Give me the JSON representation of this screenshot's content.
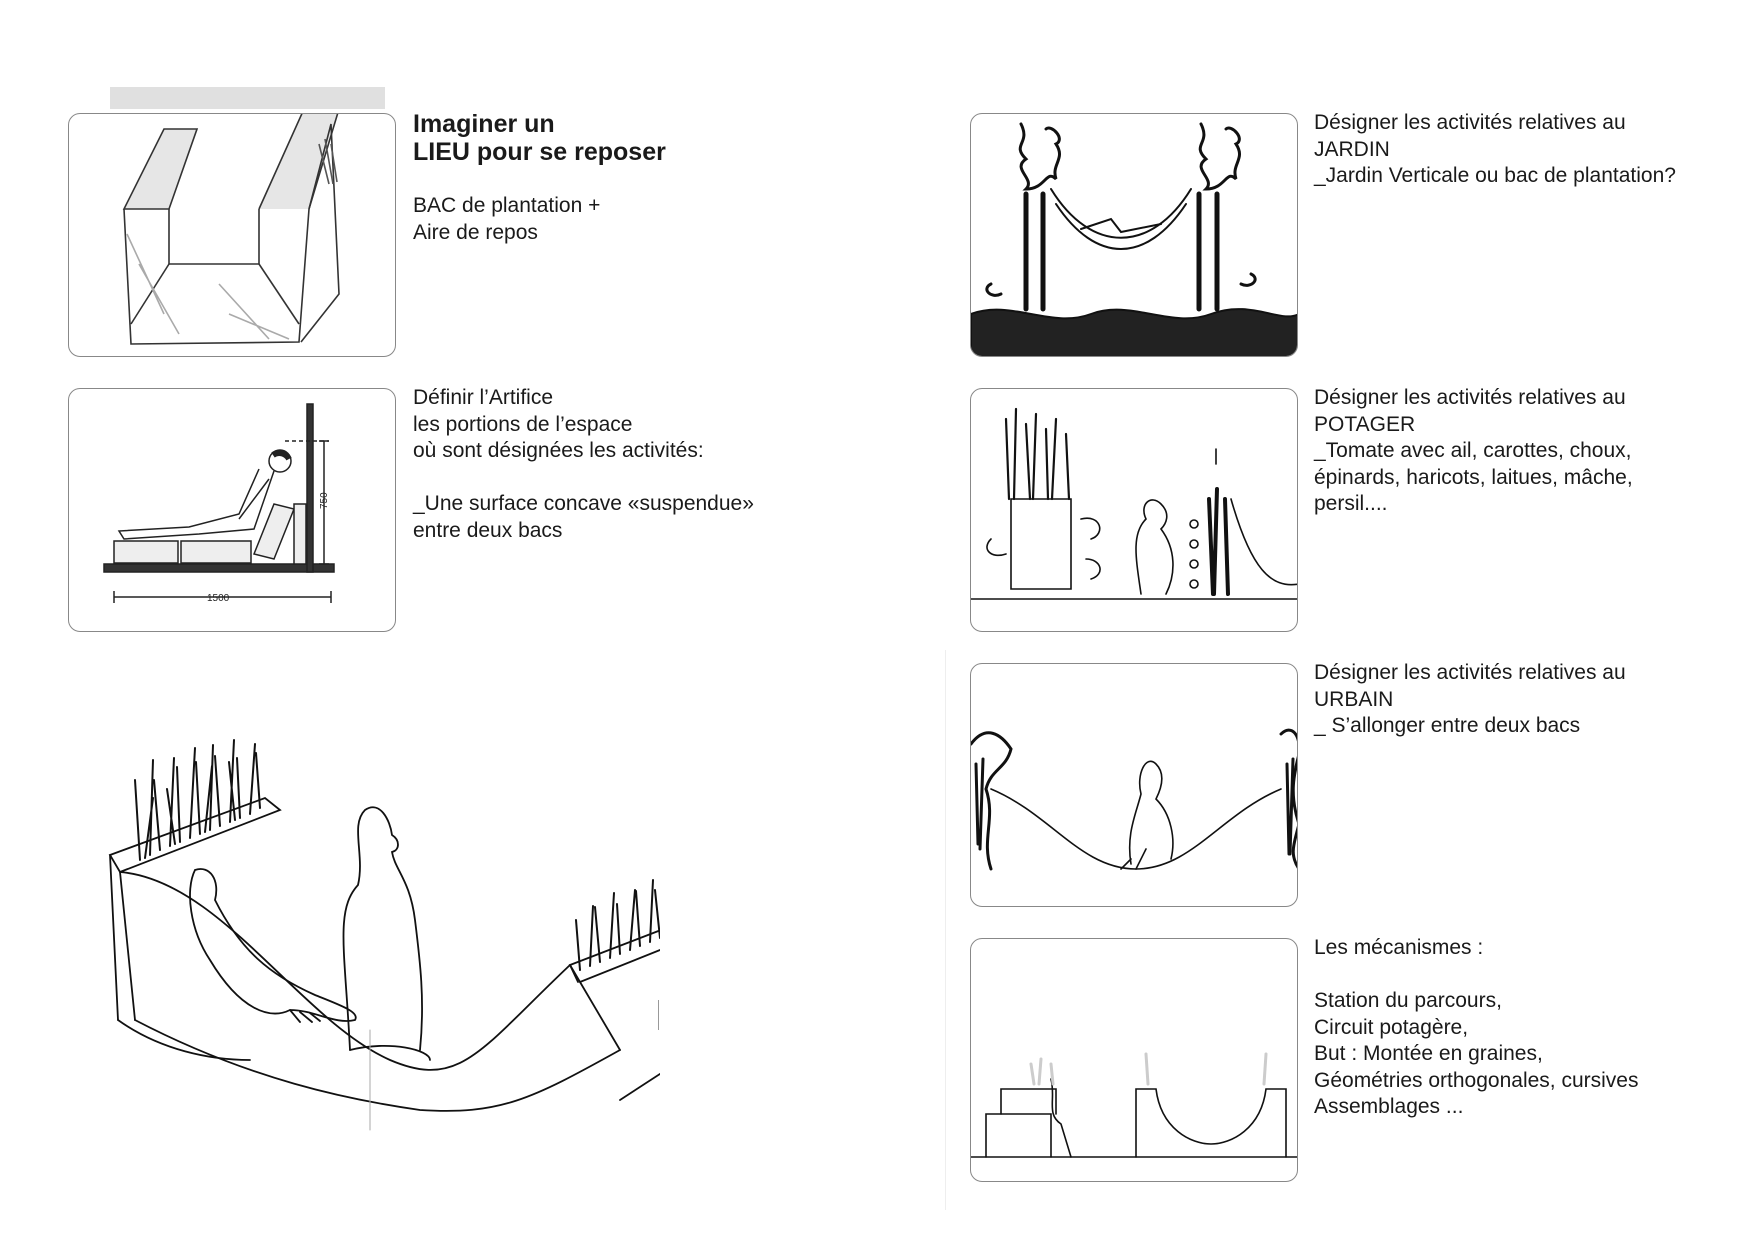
{
  "left": {
    "rest": {
      "title": "Imaginer un\nLIEU pour se reposer",
      "body": "BAC de plantation +\nAire de repos"
    },
    "artifice": {
      "body": "Définir l’Artifice\nles portions de l’espace\noù sont désignées les activités:\n\n_Une surface concave «suspendue»\n  entre deux bacs",
      "dim_height": "750",
      "dim_width": "1500"
    }
  },
  "right": {
    "jardin": {
      "body": "Désigner les activités relatives au\nJARDIN\n_Jardin Verticale ou bac de plantation?"
    },
    "potager": {
      "body": "Désigner les activités relatives au\nPOTAGER\n_Tomate avec ail, carottes, choux,\n  épinards, haricots, laitues, mâche,\n  persil...."
    },
    "urbain": {
      "body": "Désigner les activités relatives au\nURBAIN\n_ S’allonger  entre deux bacs"
    },
    "mecanismes": {
      "body": "Les mécanismes :\n\nStation du parcours,\nCircuit potagère,\nBut : Montée en graines,\nGéométries orthogonales, cursives\nAssemblages ..."
    }
  }
}
